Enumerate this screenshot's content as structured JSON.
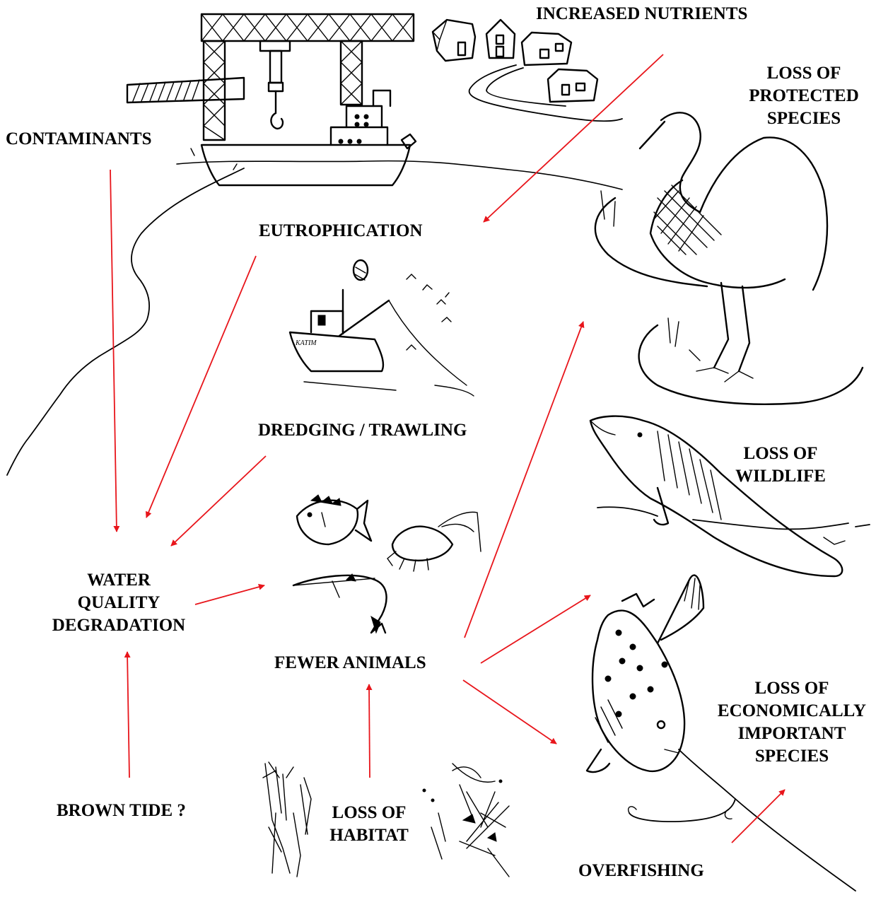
{
  "labels": {
    "increased_nutrients": "INCREASED NUTRIENTS",
    "loss_protected": [
      "LOSS OF",
      "PROTECTED",
      "SPECIES"
    ],
    "contaminants": "CONTAMINANTS",
    "eutrophication": "EUTROPHICATION",
    "dredging": "DREDGING / TRAWLING",
    "loss_wildlife": [
      "LOSS OF",
      "WILDLIFE"
    ],
    "water_quality": [
      "WATER",
      "QUALITY",
      "DEGRADATION"
    ],
    "fewer_animals": "FEWER ANIMALS",
    "loss_economic": [
      "LOSS OF",
      "ECONOMICALLY",
      "IMPORTANT",
      "SPECIES"
    ],
    "brown_tide": "BROWN TIDE ?",
    "loss_habitat": [
      "LOSS OF",
      "HABITAT"
    ],
    "overfishing": "OVERFISHING"
  },
  "boat_name": "KATIM",
  "colors": {
    "arrow": "#e8151b",
    "ink": "#000000",
    "background": "#ffffff"
  },
  "icons": [
    "crane-icon",
    "cargo-ship-icon",
    "houses-icon",
    "heron-icon",
    "fishing-boat-icon",
    "dolphin-icon",
    "fish-group-icon",
    "trout-on-line-icon",
    "seagrass-icon"
  ]
}
